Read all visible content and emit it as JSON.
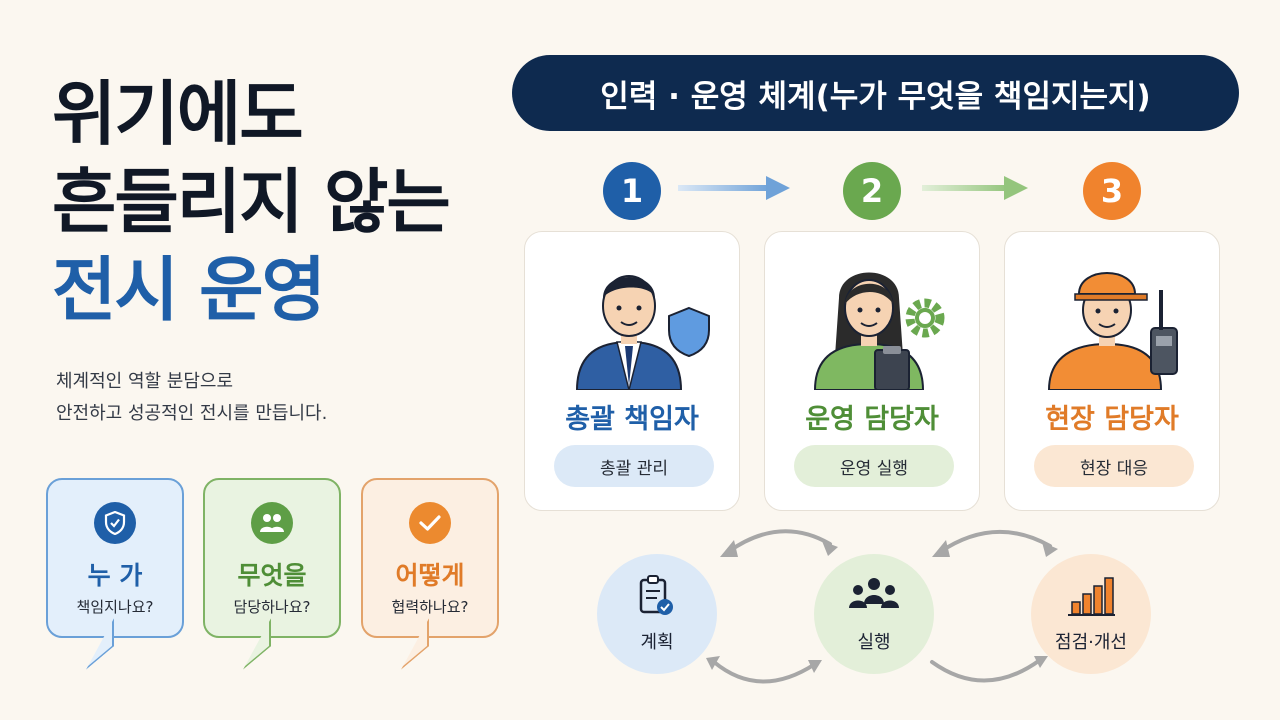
{
  "headline": {
    "line1": "위기에도",
    "line2": "흔들리지 않는",
    "line3": "전시 운영"
  },
  "subtitle": {
    "line1": "체계적인 역할 분담으로",
    "line2": "안전하고 성공적인 전시를 만듭니다."
  },
  "questions": [
    {
      "title": "누 가",
      "sub": "책임지나요?",
      "icon": "shield-icon"
    },
    {
      "title": "무엇을",
      "sub": "담당하나요?",
      "icon": "people-icon"
    },
    {
      "title": "어떻게",
      "sub": "협력하나요?",
      "icon": "check-icon"
    }
  ],
  "banner": {
    "title": "인력 · 운영 체계(누가 무엇을 책임지는지)"
  },
  "steps": [
    {
      "number": "1",
      "title": "총괄 책임자",
      "role": "총괄 관리",
      "icon": "manager-with-shield-icon",
      "color": "#1f5fa8"
    },
    {
      "number": "2",
      "title": "운영 담당자",
      "role": "운영 실행",
      "icon": "operator-with-gear-icon",
      "color": "#6aa84f"
    },
    {
      "number": "3",
      "title": "현장 담당자",
      "role": "현장 대응",
      "icon": "field-worker-with-radio-icon",
      "color": "#f0832d"
    }
  ],
  "cycle": [
    {
      "label": "계획",
      "icon": "clipboard-check-icon"
    },
    {
      "label": "실행",
      "icon": "team-icon"
    },
    {
      "label": "점검·개선",
      "icon": "bar-chart-icon"
    }
  ]
}
